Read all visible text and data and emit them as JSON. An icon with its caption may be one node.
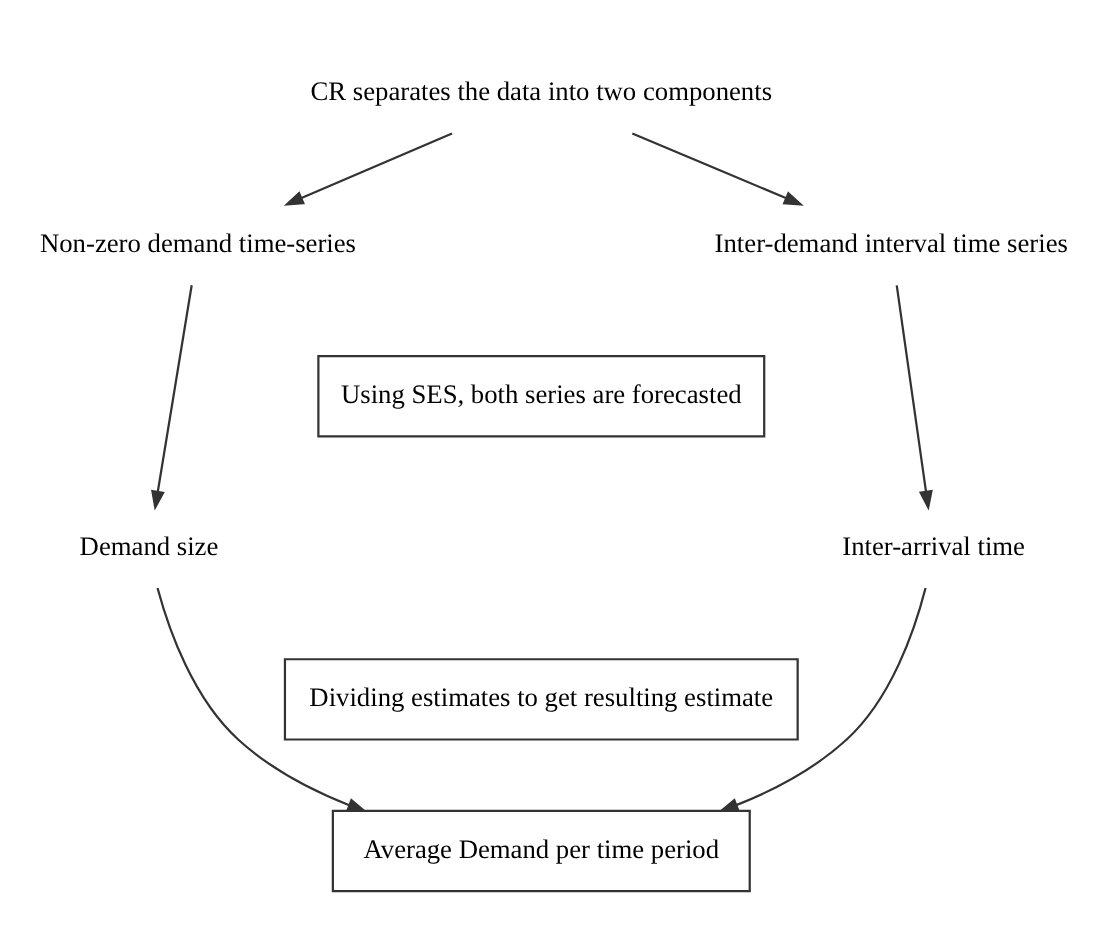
{
  "diagram": {
    "nodes": [
      {
        "text": [
          "CR separates the data into two components"
        ]
      },
      {
        "text": [
          "Non-zero demand time-series"
        ]
      },
      {
        "text": [
          "Inter-demand interval time series"
        ]
      },
      {
        "text": [
          "Using SES, both series are forecasted"
        ]
      },
      {
        "text": [
          "Demand size"
        ]
      },
      {
        "text": [
          "Inter-arrival time"
        ]
      },
      {
        "text": [
          "Dividing estimates to get resulting estimate"
        ]
      },
      {
        "text": [
          "Average Demand per time period"
        ]
      }
    ],
    "edges": [
      {
        "from": 0,
        "to": 1,
        "arrow": "to"
      },
      {
        "from": 0,
        "to": 2,
        "arrow": "to"
      },
      {
        "from": 1,
        "to": 4,
        "arrow": "to"
      },
      {
        "from": 2,
        "to": 5,
        "arrow": "to"
      },
      {
        "from": 4,
        "to": 7,
        "arrow": "to"
      },
      {
        "from": 5,
        "to": 7,
        "arrow": "to"
      }
    ]
  }
}
